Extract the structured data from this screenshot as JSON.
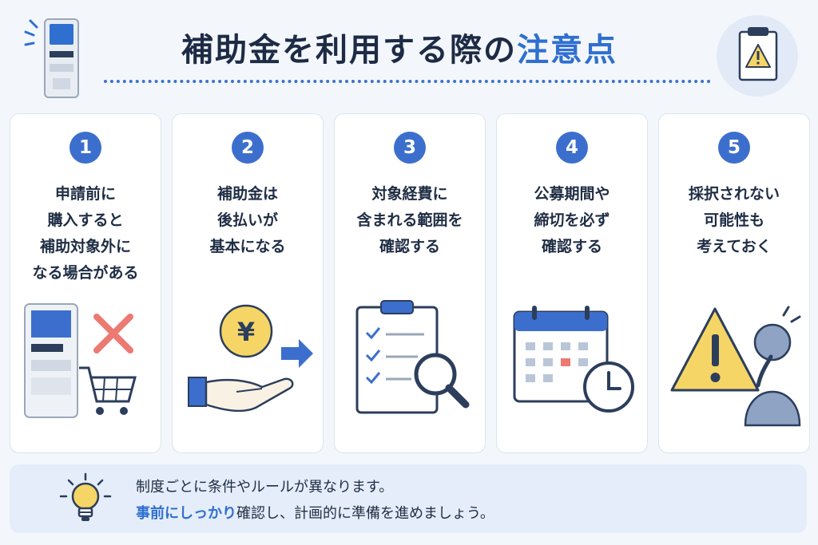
{
  "title": {
    "main": "補助金を利用する際の",
    "highlight": "注意点"
  },
  "cards": [
    {
      "number": "1",
      "lines": [
        "申請前に",
        "購入すると",
        "補助対象外に",
        "なる場合がある"
      ],
      "illustration": "kiosk-cart-x"
    },
    {
      "number": "2",
      "lines": [
        "補助金は",
        "後払いが",
        "基本になる"
      ],
      "illustration": "yen-coin-hand"
    },
    {
      "number": "3",
      "lines": [
        "対象経費に",
        "含まれる範囲を",
        "確認する"
      ],
      "illustration": "clipboard-magnifier"
    },
    {
      "number": "4",
      "lines": [
        "公募期間や",
        "締切を必ず",
        "確認する"
      ],
      "illustration": "calendar-clock"
    },
    {
      "number": "5",
      "lines": [
        "採択されない",
        "可能性も",
        "考えておく"
      ],
      "illustration": "warning-person"
    }
  ],
  "bottom": {
    "line1": "制度ごとに条件やルールが異なります。",
    "line2_emphasis": "事前にしっかり",
    "line2_rest": "確認し、計画的に準備を進めましょう。"
  },
  "colors": {
    "accent": "#2f6fd0",
    "badge": "#3c6fcd",
    "warning": "#f5d565",
    "cross": "#ec7a72",
    "background": "#f3f7fc"
  }
}
